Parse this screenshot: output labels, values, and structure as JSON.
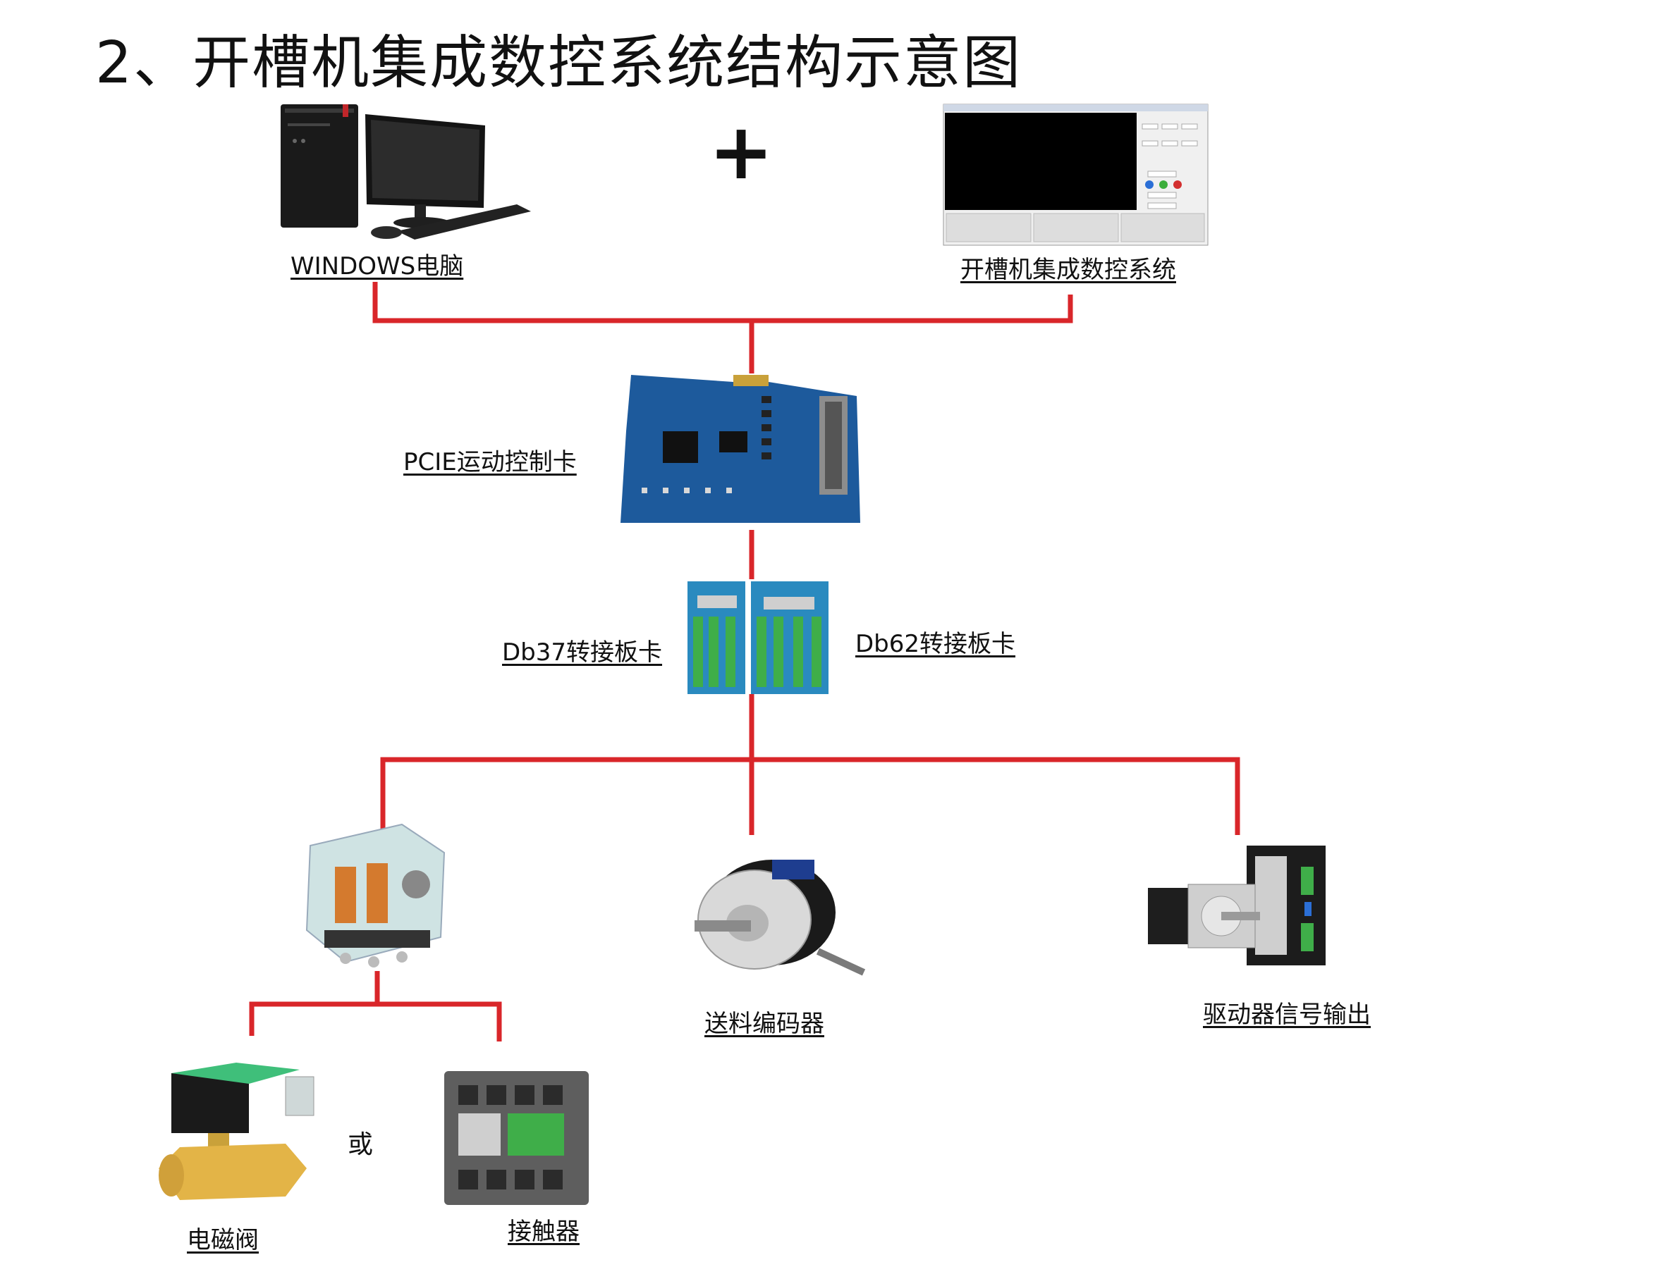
{
  "title": "2、开槽机集成数控系统结构示意图",
  "colors": {
    "wire": "#d9262a",
    "pcb": "#1d5a9c",
    "terminal": "#3fae49",
    "background": "#ffffff"
  },
  "plus_sign": "+",
  "or_text": "或",
  "nodes": {
    "computer": "WINDOWS电脑",
    "software": "开槽机集成数控系统",
    "pcie_card": "PCIE运动控制卡",
    "db37_board": "Db37转接板卡",
    "db62_board": "Db62转接板卡",
    "relay": "",
    "encoder": "送料编码器",
    "driver": "驱动器信号输出",
    "solenoid_valve": "电磁阀",
    "contactor": "接触器"
  }
}
